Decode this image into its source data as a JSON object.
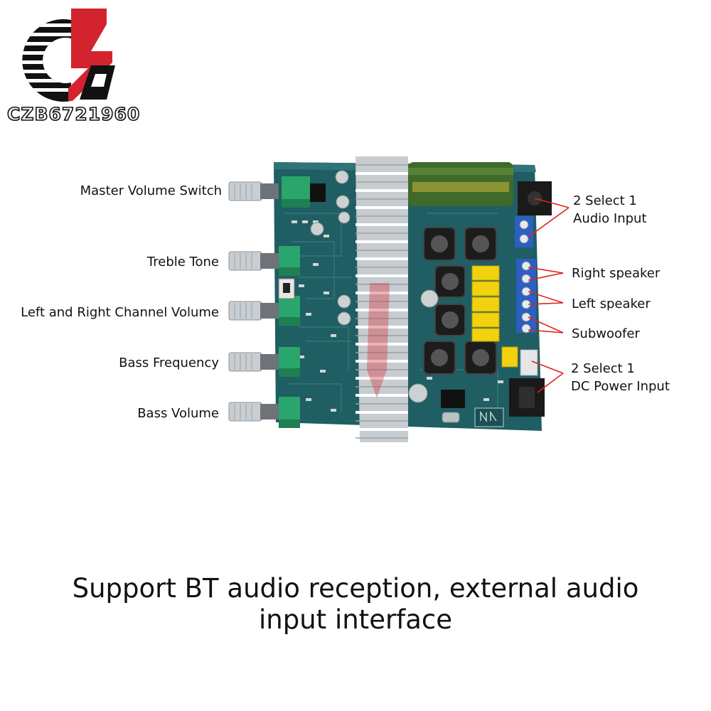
{
  "logo": {
    "text": "CZB6721960",
    "colors": {
      "red": "#d3232f",
      "black": "#111111"
    }
  },
  "labels_left": [
    {
      "id": "master-volume-switch",
      "text": "Master Volume Switch"
    },
    {
      "id": "treble-tone",
      "text": "Treble Tone"
    },
    {
      "id": "left-right-channel-volume",
      "text": "Left and Right Channel Volume"
    },
    {
      "id": "bass-frequency",
      "text": "Bass Frequency"
    },
    {
      "id": "bass-volume",
      "text": "Bass Volume"
    }
  ],
  "labels_right": [
    {
      "id": "audio-input",
      "lines": [
        "2 Select 1",
        "Audio Input"
      ]
    },
    {
      "id": "right-speaker",
      "lines": [
        "Right speaker"
      ]
    },
    {
      "id": "left-speaker",
      "lines": [
        "Left speaker"
      ]
    },
    {
      "id": "subwoofer",
      "lines": [
        "Subwoofer"
      ]
    },
    {
      "id": "dc-power-input",
      "lines": [
        "2 Select 1",
        "DC Power Input"
      ]
    }
  ],
  "caption": {
    "line1": "Support BT audio reception, external audio",
    "line2": "input interface"
  },
  "colors": {
    "pcb": "#1f5e63",
    "pcb_dark": "#17494d",
    "heatsink": "#d9dde0",
    "knob_green": "#2aa56b",
    "terminal_blue": "#2b5fc4",
    "capacitor_yellow": "#f2d20f",
    "capacitor_green": "#3f6b2a",
    "leader_red": "#e0231c"
  }
}
